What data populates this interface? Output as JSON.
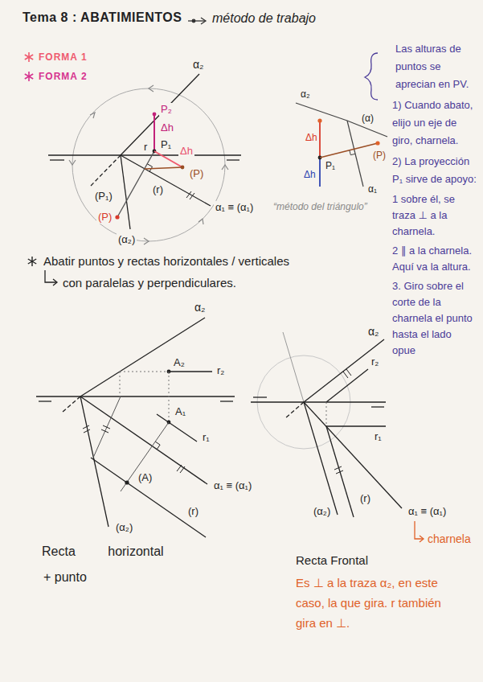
{
  "diagram": {
    "title": "Tema 8 : ABATIMIENTOS",
    "labels": [
      "método de trabajo",
      "Las alturas de puntos se aprecian en PV.",
      "α₂",
      "P₂",
      "Δh",
      "P₁",
      "Δh",
      "(P)",
      "r",
      "(r)",
      "(P₁)",
      "(P)",
      "(α₂)",
      "α₁ ≡ (α₁)",
      "α₂",
      "Δh",
      "P₁",
      "Δh",
      "(α)",
      "α₁",
      "(P)",
      "1) Cuando abato, elijo un eje de giro, charnela.",
      "“método del triángulo”",
      "2) La proyección P₁ sirve de apoyo:",
      "1 sobre él, se traza ⊥ a la charnela.",
      "2 ∥ a la charnela. Aquí va la altura.",
      "3. Giro sobre el corte de la charnela el punto hasta el lado opue",
      "Abatir puntos y rectas horizontales / verticales",
      "con paralelas y perpendiculares.",
      "α₂",
      "A₂",
      "r₂",
      "A₁",
      "r₁",
      "α₁ ≡ (α₁)",
      "(A)",
      "(r)",
      "(α₂)",
      "α₂",
      "r₂",
      "r₁",
      "α₁ ≡ (α₁)",
      "(α₂)",
      "(r)",
      "charnela",
      "Recta horizontal",
      "+ punto",
      "Recta Frontal",
      "Es ⊥ a la traza α₂, en este caso, la que gira. r también gira en ⊥."
    ],
    "legend": [
      {
        "text": "FORMA 1",
        "color": "#ef5a6f"
      },
      {
        "text": "FORMA 2",
        "color": "#d6338f"
      }
    ]
  }
}
